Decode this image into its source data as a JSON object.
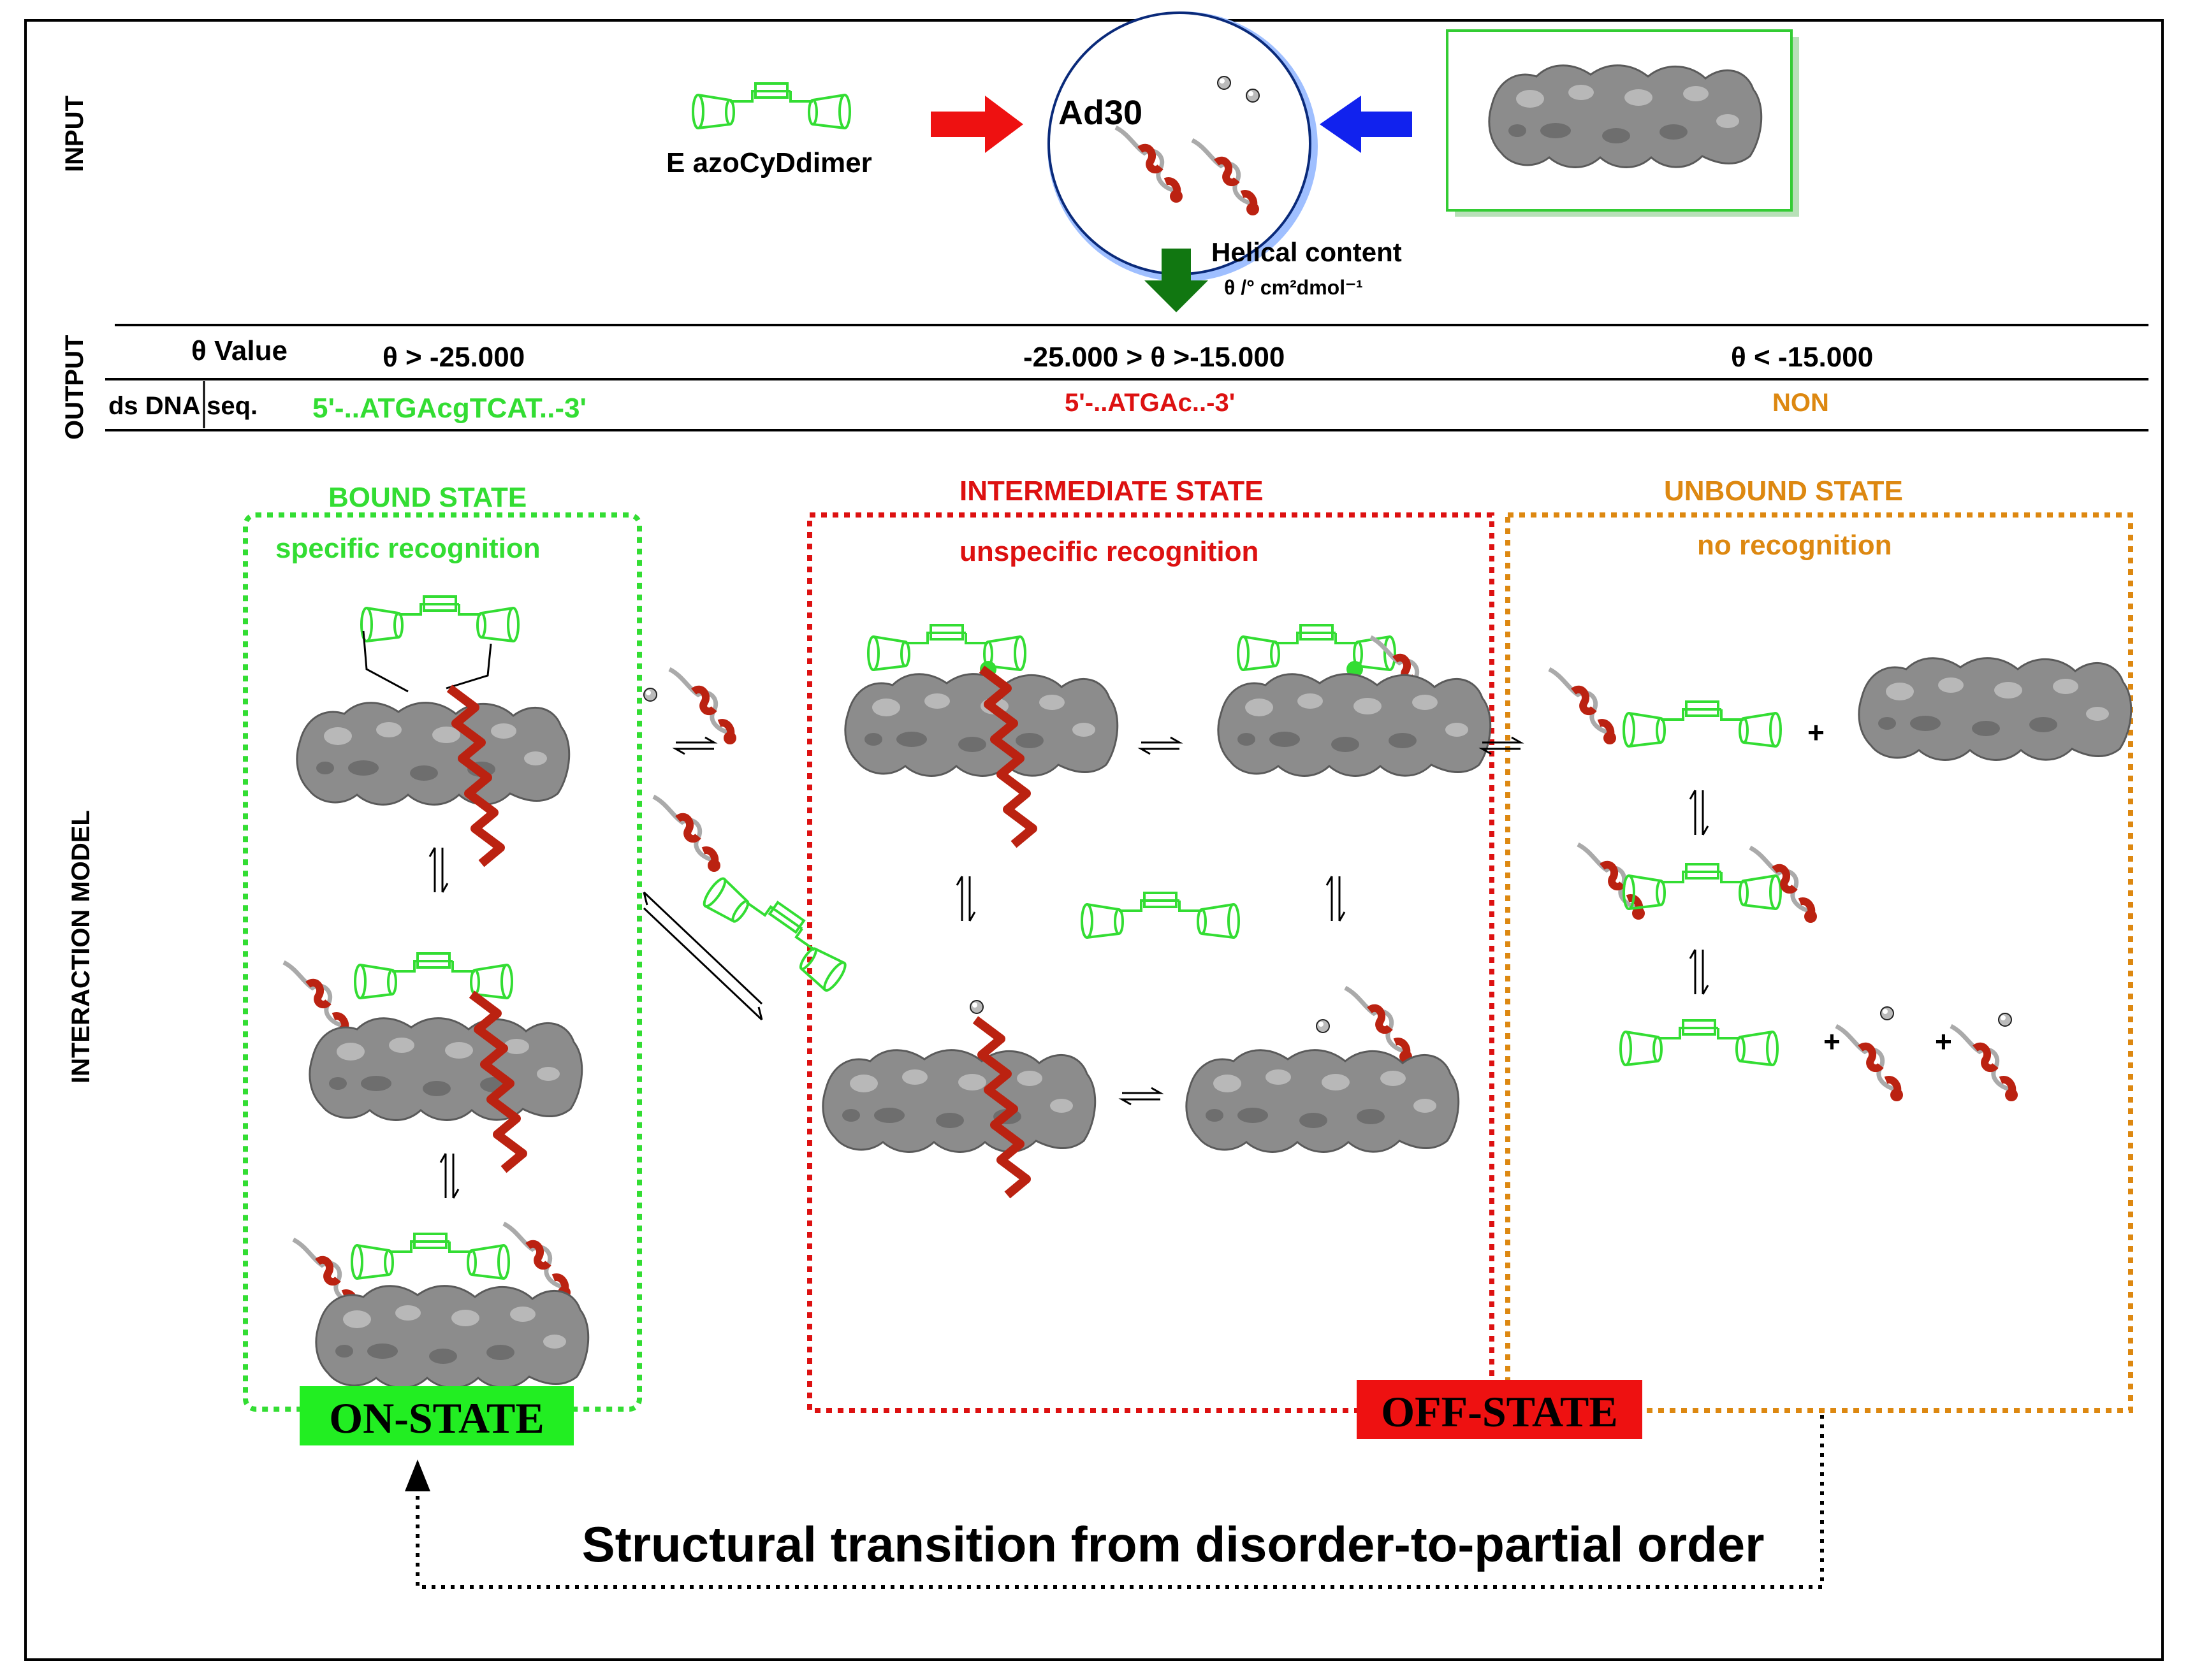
{
  "labels": {
    "input": "INPUT",
    "output": "OUTPUT",
    "interaction_model": "INTERACTION MODEL"
  },
  "input": {
    "dimer_label": "E azoCyDdimer",
    "peptide_label": "Ad30",
    "helical_title": "Helical content",
    "helical_units": "θ /° cm²dmol⁻¹"
  },
  "table": {
    "header_theta": "θ Value",
    "header_seq": "ds DNA  seq.",
    "col1_theta": "θ > -25.000",
    "col2_theta": "-25.000 > θ >-15.000",
    "col3_theta": "θ < -15.000",
    "col1_seq": "5'-..ATGAcgTCAT..-3'",
    "col2_seq": "5'-..ATGAc..-3'",
    "col3_seq": "NON"
  },
  "states": {
    "bound_title": "BOUND STATE",
    "bound_sub": "specific recognition",
    "inter_title": "INTERMEDIATE STATE",
    "inter_sub": "unspecific recognition",
    "unbound_title": "UNBOUND STATE",
    "unbound_sub": "no recognition",
    "on_state": "ON-STATE",
    "off_state": "OFF-STATE"
  },
  "plus": "+",
  "footer": "Structural transition from disorder-to-partial order",
  "colors": {
    "green": "#33dd33",
    "red": "#dd1111",
    "orange": "#dd8811",
    "dna": "#8c8c8c",
    "helix": "#bb2211",
    "navy": "#0a2a7a",
    "dark_green": "#117711"
  }
}
